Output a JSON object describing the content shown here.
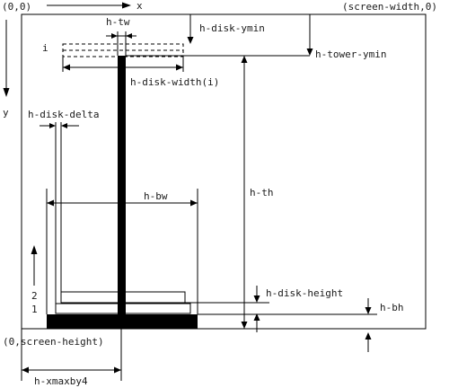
{
  "labels": {
    "origin": "(0,0)",
    "x_axis": "x",
    "y_axis": "y",
    "screen_width_corner": "(screen-width,0)",
    "screen_height_corner": "(0,screen-height)",
    "h_tw": "h-tw",
    "h_disk_ymin": "h-disk-ymin",
    "h_tower_ymin": "h-tower-ymin",
    "disk_index_i": "i",
    "h_disk_width_i": "h-disk-width(i)",
    "h_disk_delta": "h-disk-delta",
    "h_bw": "h-bw",
    "h_th": "h-th",
    "h_disk_height": "h-disk-height",
    "h_bh": "h-bh",
    "disk_1": "1",
    "disk_2": "2",
    "h_xmaxby4": "h-xmaxby4"
  },
  "colors": {
    "stroke": "#000000",
    "tower_fill": "#000000",
    "background": "#ffffff",
    "text": "#1a1a1a"
  }
}
